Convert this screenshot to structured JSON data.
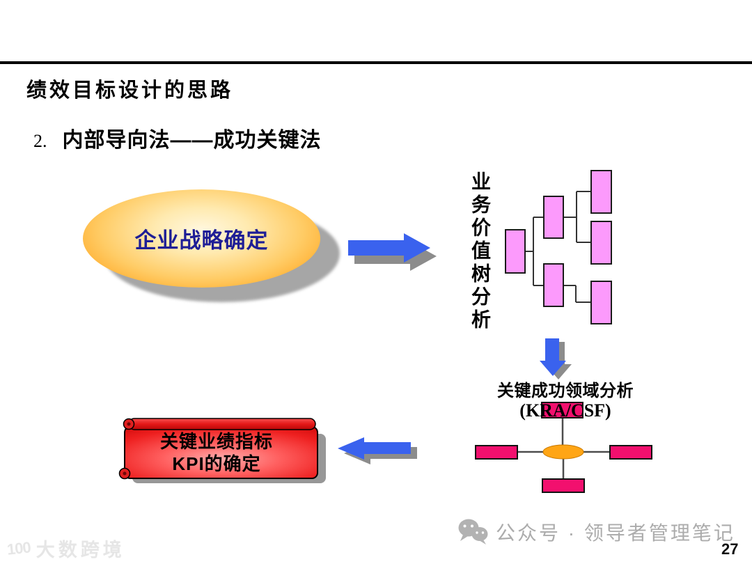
{
  "slide": {
    "title": "绩效目标设计的思路",
    "item_number": "2.",
    "item_title": "内部导向法——成功关键法",
    "page_number": "27"
  },
  "flow": {
    "strategy_label": "企业战略确定",
    "tree_label": "业务价值树分析",
    "kra_line1": "关键成功领域分析",
    "kra_line2": "(KRA/CSF)",
    "kpi_line1": "关键业绩指标",
    "kpi_line2": "KPI的确定"
  },
  "footer": {
    "watermark_logo": "100",
    "watermark_text": "大数跨境",
    "wechat_text": "公众号 · 领导者管理笔记"
  },
  "colors": {
    "arrow_blue": "#3a62ee",
    "arrow_shadow": "#8c8c8c",
    "tree_pink": "#fc9afc",
    "node_crimson": "#f2106e",
    "center_orange": "#ffa515",
    "strategy_text": "#1e1e96",
    "banner_red": "#e81414"
  }
}
